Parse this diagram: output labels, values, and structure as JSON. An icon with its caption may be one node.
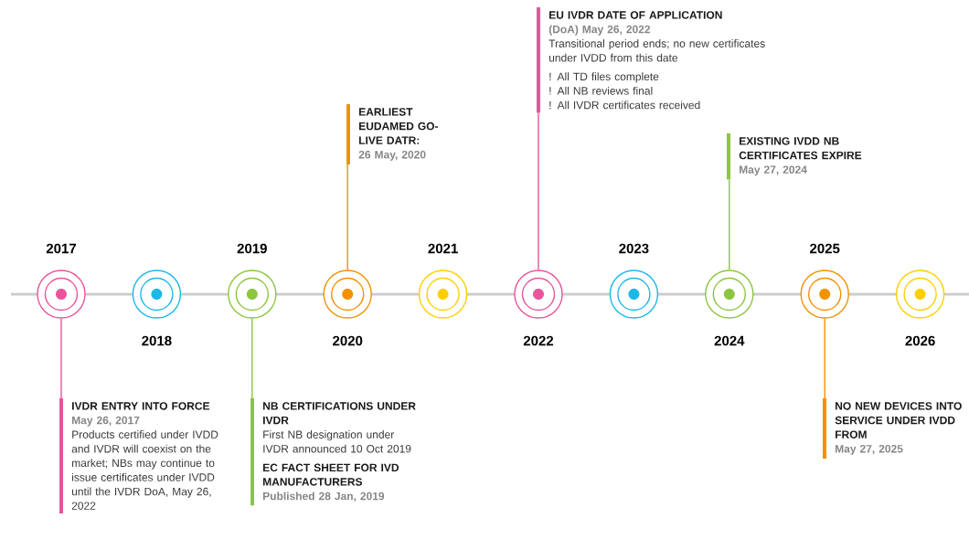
{
  "diagram": {
    "nodes": [
      {
        "text": [],
        "shape": "circle",
        "beside": [
          "2017"
        ]
      },
      {
        "text": [],
        "shape": "circle",
        "beside": [
          "2018"
        ]
      },
      {
        "text": [],
        "shape": "circle",
        "beside": [
          "2019"
        ]
      },
      {
        "text": [],
        "shape": "circle",
        "beside": [
          "2020"
        ]
      },
      {
        "text": [],
        "shape": "circle",
        "beside": [
          "2021"
        ]
      },
      {
        "text": [],
        "shape": "circle",
        "beside": [
          "2022"
        ]
      },
      {
        "text": [],
        "shape": "circle",
        "beside": [
          "2023"
        ]
      },
      {
        "text": [],
        "shape": "circle",
        "beside": [
          "2024"
        ]
      },
      {
        "text": [],
        "shape": "circle",
        "beside": [
          "2025"
        ]
      },
      {
        "text": [],
        "shape": "circle",
        "beside": [
          "2026"
        ]
      },
      {
        "text": [
          "EARLIEST EUDAMED GO-LIVE DATR:",
          "26 May, 2020"
        ]
      },
      {
        "text": [
          "EU IVDR DATE OF APPLICATION",
          "(DoA) May 26, 2022",
          "Transitional period ends; no new certificates under IVDD from this date",
          "! All TD files complete",
          "! All NB reviews final",
          "! All IVDR certificates received"
        ]
      },
      {
        "text": [
          "EXISTING IVDD NB CERTIFICATES EXPIRE",
          "May 27, 2024"
        ]
      },
      {
        "text": [
          "IVDR ENTRY INTO FORCE",
          "May 26, 2017",
          "Products certified under IVDD and IVDR will coexist on the market; NBs may continue to issue certificates under IVDD until the IVDR DoA, May 26, 2022"
        ]
      },
      {
        "text": [
          "NB CERTIFICATIONS UNDER IVDR",
          "First NB designation under IVDR announced 10 Oct 2019",
          "EC FACT SHEET FOR IVD MANUFACTURERS",
          "Published 28 Jan, 2019"
        ]
      },
      {
        "text": [
          "NO NEW DEVICES INTO SERVICE UNDER IVDD FROM",
          "May 27, 2025"
        ]
      }
    ],
    "edges": [
      {
        "from": 3,
        "to": 10,
        "arrow": "none",
        "color": "#f39200"
      },
      {
        "from": 5,
        "to": 11,
        "arrow": "none",
        "color": "#e8559b"
      },
      {
        "from": 7,
        "to": 12,
        "arrow": "none",
        "color": "#8cc63f"
      },
      {
        "from": 0,
        "to": 13,
        "arrow": "none",
        "color": "#e8559b"
      },
      {
        "from": 2,
        "to": 14,
        "arrow": "none",
        "color": "#8cc63f"
      },
      {
        "from": 8,
        "to": 15,
        "arrow": "none",
        "color": "#f39200"
      }
    ]
  }
}
